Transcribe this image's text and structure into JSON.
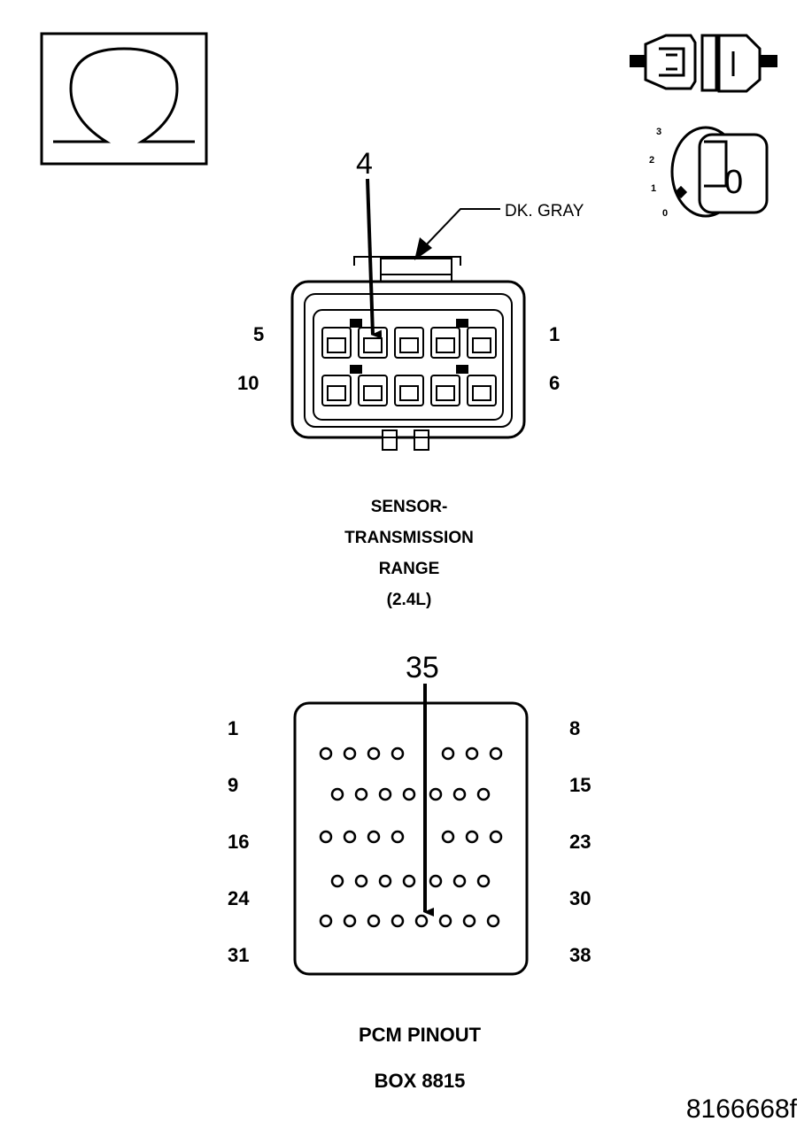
{
  "ohmmeter_icon": {
    "symbol": "Ω",
    "icon": "ohm-symbol-icon"
  },
  "connector_icon": {
    "icon": "disconnect-connector-icon"
  },
  "ignition_icon": {
    "icon": "ignition-key-off-icon",
    "positions": [
      "3",
      "2",
      "1",
      "0"
    ],
    "key_label": "0"
  },
  "sensor_connector": {
    "pin_callout": "4",
    "wire_color": "DK. GRAY",
    "corner_labels": {
      "top_left": "5",
      "top_right": "1",
      "bottom_left": "10",
      "bottom_right": "6"
    },
    "rows": 2,
    "pins_per_row": 5,
    "title_lines": [
      "SENSOR-",
      "TRANSMISSION",
      "RANGE",
      "(2.4L)"
    ]
  },
  "pcm_connector": {
    "pin_callout": "35",
    "row_labels_left": [
      "1",
      "9",
      "16",
      "24",
      "31"
    ],
    "row_labels_right": [
      "8",
      "15",
      "23",
      "30",
      "38"
    ],
    "title_lines": [
      "PCM PINOUT",
      "BOX 8815"
    ]
  },
  "figure_id": "8166668f"
}
